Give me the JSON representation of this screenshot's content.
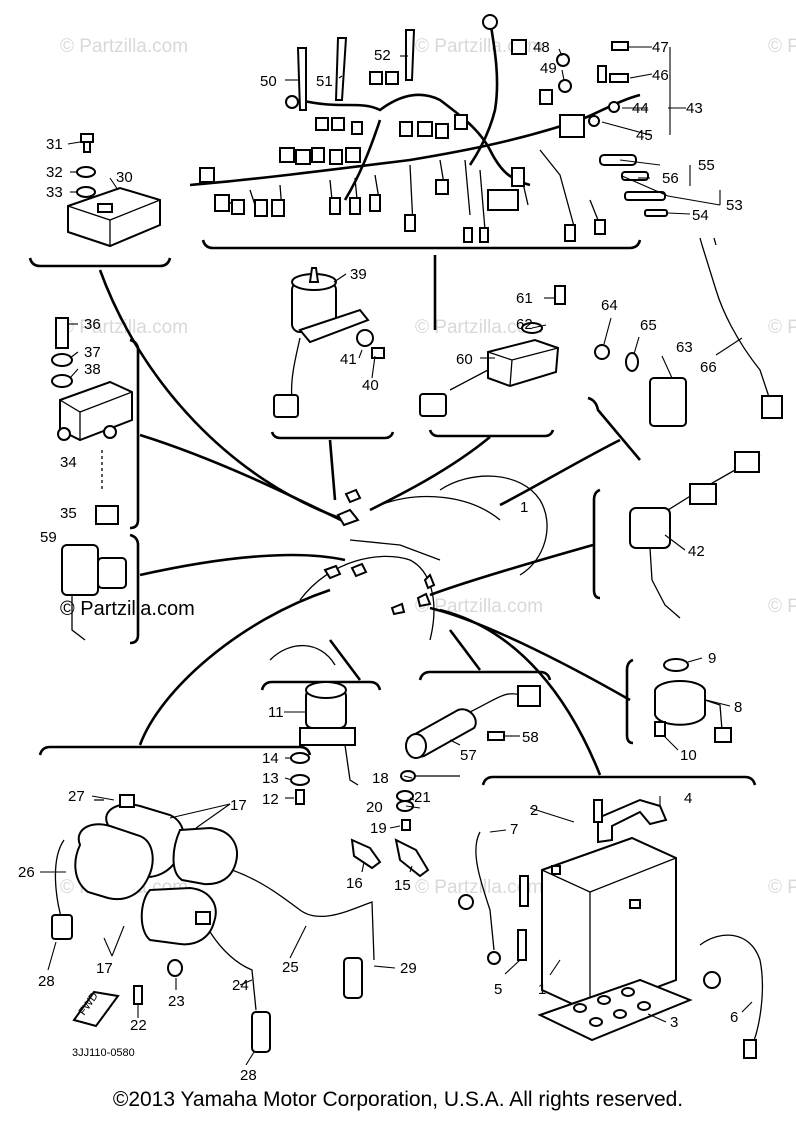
{
  "watermark": {
    "text": "© Partzilla.com",
    "featured_text": "© Partzilla.com"
  },
  "drawing_code": "3JJ110-0580",
  "fwd_label": "FWD",
  "copyright": "©2013  Yamaha Motor Corporation, U.S.A. All rights reserved.",
  "callouts": {
    "c1": "1",
    "c1b": "1",
    "c2": "2",
    "c3": "3",
    "c4": "4",
    "c5": "5",
    "c6": "6",
    "c7": "7",
    "c8": "8",
    "c9": "9",
    "c10": "10",
    "c11": "11",
    "c12": "12",
    "c13": "13",
    "c14": "14",
    "c15": "15",
    "c16": "16",
    "c17a": "17",
    "c17b": "17",
    "c18": "18",
    "c19": "19",
    "c20": "20",
    "c21": "21",
    "c22": "22",
    "c23": "23",
    "c24": "24",
    "c25": "25",
    "c26": "26",
    "c27": "27",
    "c28a": "28",
    "c28b": "28",
    "c29": "29",
    "c30": "30",
    "c31": "31",
    "c32": "32",
    "c33": "33",
    "c34": "34",
    "c35": "35",
    "c36": "36",
    "c37": "37",
    "c38": "38",
    "c39": "39",
    "c40": "40",
    "c41": "41",
    "c42": "42",
    "c43": "43",
    "c44": "44",
    "c45": "45",
    "c46": "46",
    "c47": "47",
    "c48": "48",
    "c49": "49",
    "c50": "50",
    "c51": "51",
    "c52": "52",
    "c53": "53",
    "c54": "54",
    "c55": "55",
    "c56": "56",
    "c57": "57",
    "c58": "58",
    "c59": "59",
    "c60": "60",
    "c61": "61",
    "c62": "62",
    "c63": "63",
    "c64": "64",
    "c65": "65",
    "c66": "66"
  }
}
